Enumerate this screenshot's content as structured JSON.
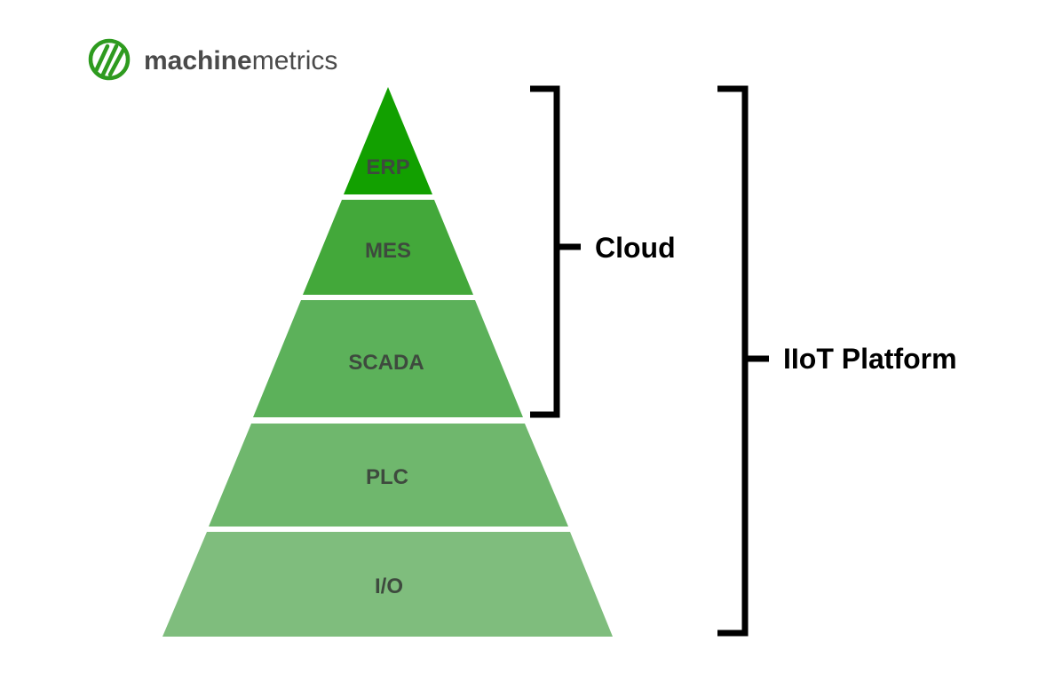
{
  "brand": {
    "name_bold": "machine",
    "name_light": "metrics",
    "logo_icon": "machinemetrics-logo-icon",
    "logo_color": "#2e9b1f",
    "text_bold_color": "#4a4a4a",
    "text_light_color": "#4a4a4a"
  },
  "pyramid": {
    "label_color": "#3e4a3e",
    "levels": [
      {
        "label": "ERP",
        "color": "#12a000"
      },
      {
        "label": "MES",
        "color": "#43a83a"
      },
      {
        "label": "SCADA",
        "color": "#5cb15a"
      },
      {
        "label": "PLC",
        "color": "#6fb76d"
      },
      {
        "label": "I/O",
        "color": "#7fbd7d"
      }
    ]
  },
  "brackets": {
    "color": "#000000",
    "cloud": {
      "label": "Cloud",
      "covers_levels": [
        "ERP",
        "MES",
        "SCADA"
      ]
    },
    "iiot": {
      "label": "IIoT Platform",
      "covers_levels": [
        "ERP",
        "MES",
        "SCADA",
        "PLC",
        "I/O"
      ]
    }
  }
}
